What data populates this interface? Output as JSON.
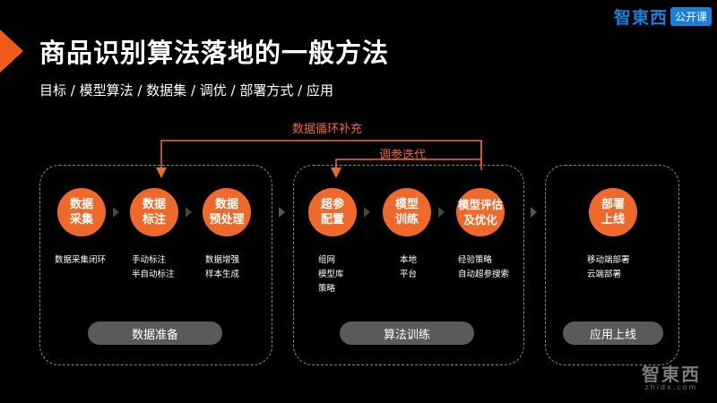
{
  "header": {
    "title": "商品识别算法落地的一般方法",
    "subtitle": "目标 / 模型算法 / 数据集 / 调优 / 部署方式 / 应用"
  },
  "logo": {
    "brand": "智東西",
    "tag": "公开课"
  },
  "loops": {
    "outer": "数据循环补充",
    "inner": "调参迭代"
  },
  "colors": {
    "accent": "#ef6a2a",
    "pill": "#5a5a5a",
    "brand": "#1a7fd8"
  },
  "stages": {
    "data_prep": {
      "label": "数据准备",
      "nodes": [
        {
          "title": "数据\n采集",
          "desc": "数据采集闭环"
        },
        {
          "title": "数据\n标注",
          "desc": "手动标注\n半自动标注"
        },
        {
          "title": "数据\n预处理",
          "desc": "数据增强\n样本生成"
        }
      ]
    },
    "training": {
      "label": "算法训练",
      "nodes": [
        {
          "title": "超参\n配置",
          "desc": "组网\n模型库\n策略"
        },
        {
          "title": "模型\n训练",
          "desc": "本地\n平台"
        },
        {
          "title": "模型评估\n及优化",
          "desc": "经验策略\n自动超参搜索"
        }
      ]
    },
    "deploy": {
      "label": "应用上线",
      "nodes": [
        {
          "title": "部署\n上线",
          "desc": "移动端部署\n云端部署"
        }
      ]
    }
  },
  "watermark": {
    "brand": "智東西",
    "url": "zhidx.com"
  }
}
